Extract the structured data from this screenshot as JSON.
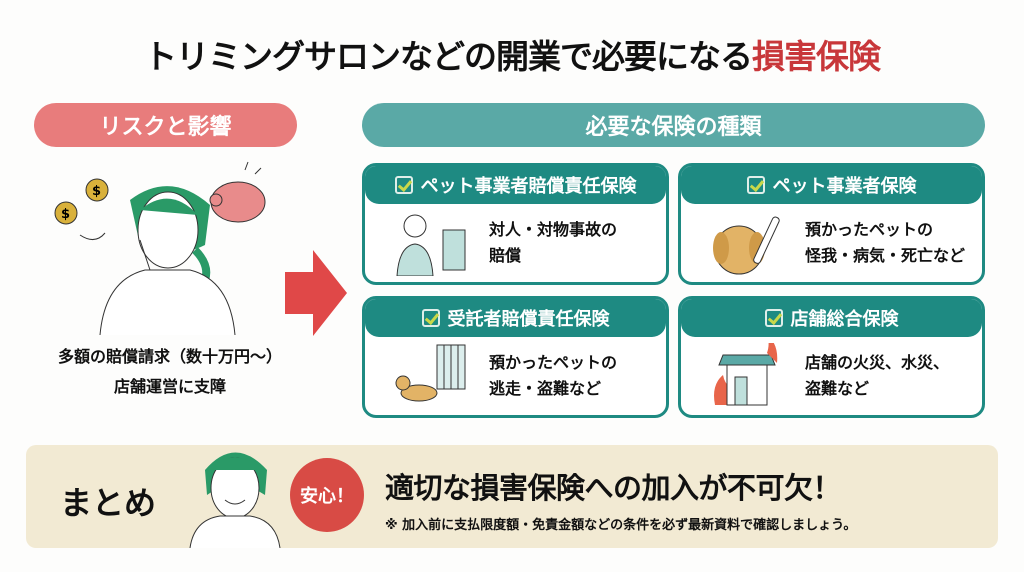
{
  "title": {
    "main": "トリミングサロンなどの開業で必要になる",
    "highlight": "損害保険"
  },
  "risk": {
    "label": "リスクと影響",
    "lines": [
      "多額の賠償請求（数十万円～）",
      "店舗運営に支障"
    ]
  },
  "types": {
    "label": "必要な保険の種類",
    "cards": [
      {
        "title": "ペット事業者賠償責任保険",
        "desc": [
          "対人・対物事故の",
          "賠償"
        ]
      },
      {
        "title": "ペット事業者保険",
        "desc": [
          "預かったペットの",
          "怪我・病気・死亡など"
        ]
      },
      {
        "title": "受託者賠償責任保険",
        "desc": [
          "預かったペットの",
          "逃走・盗難など"
        ]
      },
      {
        "title": "店舗総合保険",
        "desc": [
          "店舗の火災、水災、",
          "盗難など"
        ]
      }
    ]
  },
  "summary": {
    "label": "まとめ",
    "badge": "安心！",
    "main": "適切な損害保険への加入が不可欠！",
    "note": "※ 加入前に支払限度額・免責金額などの条件を必ず最新資料で確認しましょう。"
  },
  "colors": {
    "accent_red": "#c8373a",
    "teal": "#1e8a82",
    "pink": "#e87c7c",
    "beige": "#f2ead3"
  }
}
